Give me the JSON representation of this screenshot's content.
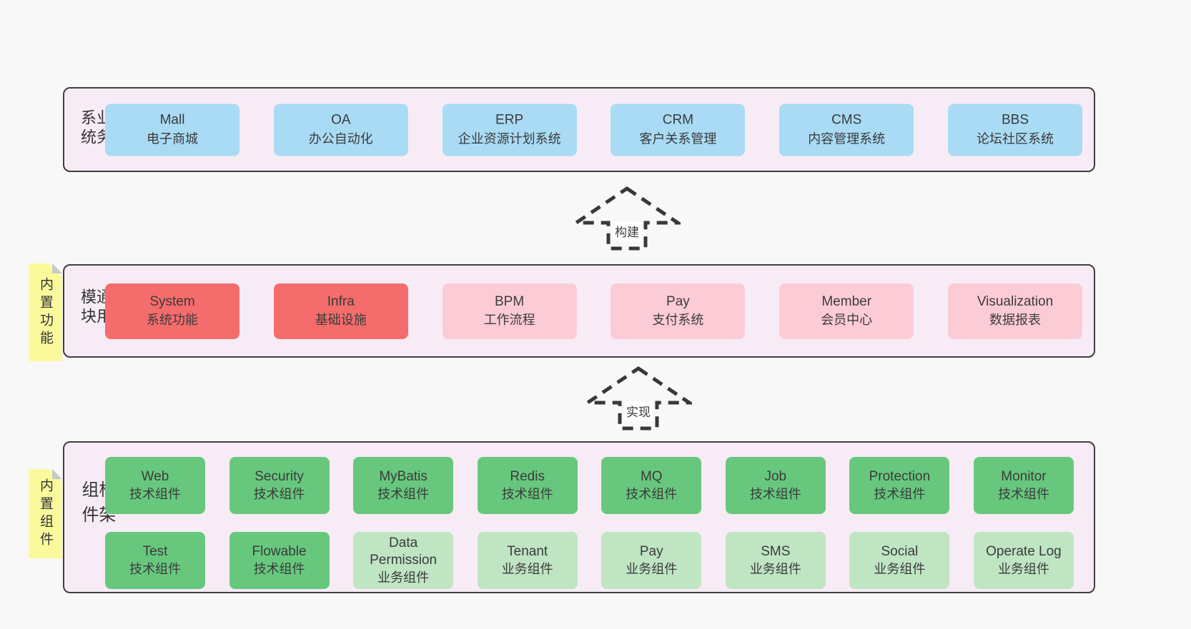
{
  "colors": {
    "page_bg": "#f8f8f8",
    "section_bg": "#f7ecf5",
    "section_border": "#3f3f3f",
    "box_blue": "#a9dbf5",
    "box_red": "#f56c6c",
    "box_pink": "#fcccd6",
    "box_green": "#67c87d",
    "box_light_green": "#bfe5c3",
    "sticky_yellow": "#fafa9d",
    "fold_gray": "#c8c8c8",
    "arrow": "#383838",
    "text": "#3b3b3b"
  },
  "arrows": {
    "build": {
      "label": "构建"
    },
    "implement": {
      "label": "实现"
    }
  },
  "sections": {
    "business": {
      "side_label": "业务系统",
      "boxes": [
        {
          "name": "Mall",
          "subtitle": "电子商城"
        },
        {
          "name": "OA",
          "subtitle": "办公自动化"
        },
        {
          "name": "ERP",
          "subtitle": "企业资源计划系统"
        },
        {
          "name": "CRM",
          "subtitle": "客户关系管理"
        },
        {
          "name": "CMS",
          "subtitle": "内容管理系统"
        },
        {
          "name": "BBS",
          "subtitle": "论坛社区系统"
        }
      ]
    },
    "modules": {
      "side_label": "通用模块",
      "sticky_label": "内置功能",
      "boxes": [
        {
          "name": "System",
          "subtitle": "系统功能"
        },
        {
          "name": "Infra",
          "subtitle": "基础设施"
        },
        {
          "name": "BPM",
          "subtitle": "工作流程"
        },
        {
          "name": "Pay",
          "subtitle": "支付系统"
        },
        {
          "name": "Member",
          "subtitle": "会员中心"
        },
        {
          "name": "Visualization",
          "subtitle": "数据报表"
        }
      ]
    },
    "components": {
      "side_label": "框架组件",
      "sticky_label": "内置组件",
      "rows": [
        [
          {
            "name": "Web",
            "subtitle": "技术组件"
          },
          {
            "name": "Security",
            "subtitle": "技术组件"
          },
          {
            "name": "MyBatis",
            "subtitle": "技术组件"
          },
          {
            "name": "Redis",
            "subtitle": "技术组件"
          },
          {
            "name": "MQ",
            "subtitle": "技术组件"
          },
          {
            "name": "Job",
            "subtitle": "技术组件"
          },
          {
            "name": "Protection",
            "subtitle": "技术组件"
          },
          {
            "name": "Monitor",
            "subtitle": "技术组件"
          }
        ],
        [
          {
            "name": "Test",
            "subtitle": "技术组件"
          },
          {
            "name": "Flowable",
            "subtitle": "技术组件"
          },
          {
            "name": "Data Permission",
            "subtitle": "业务组件"
          },
          {
            "name": "Tenant",
            "subtitle": "业务组件"
          },
          {
            "name": "Pay",
            "subtitle": "业务组件"
          },
          {
            "name": "SMS",
            "subtitle": "业务组件"
          },
          {
            "name": "Social",
            "subtitle": "业务组件"
          },
          {
            "name": "Operate Log",
            "subtitle": "业务组件"
          }
        ]
      ]
    }
  }
}
